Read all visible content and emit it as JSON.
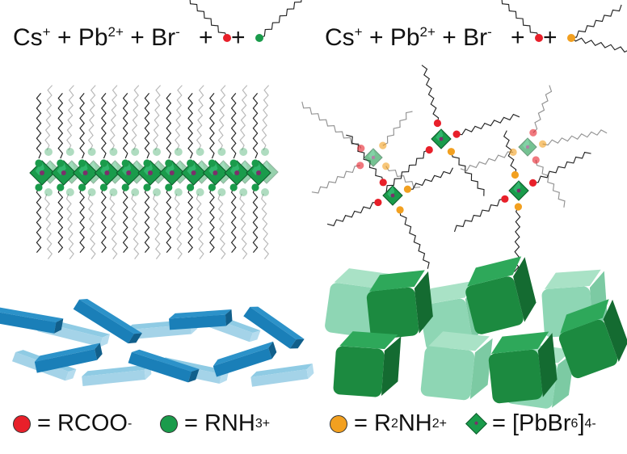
{
  "equations": {
    "left": {
      "cs": "Cs",
      "cs_sup": "+",
      "plus1": " + ",
      "pb": "Pb",
      "pb_sup": "2+",
      "plus2": " + ",
      "br": "Br",
      "br_sup": "-",
      "plus3": " + ",
      "plus4": " + "
    },
    "right": {
      "cs": "Cs",
      "cs_sup": "+",
      "plus1": " + ",
      "pb": "Pb",
      "pb_sup": "2+",
      "plus2": " + ",
      "br": "Br",
      "br_sup": "-",
      "plus3": " + ",
      "plus4": " + "
    }
  },
  "legend": {
    "rcoo": {
      "eq": "= RCOO",
      "sup": "-"
    },
    "rnh3": {
      "eq": "= RNH",
      "sub": "3",
      "sup": "+"
    },
    "r2nh2": {
      "eq": "= R",
      "sub1": "2",
      "mid": "NH",
      "sub2": "2",
      "sup": "+"
    },
    "pbbr6": {
      "eq": "= [PbBr",
      "sub": "6",
      "close": "]",
      "sup": "4-"
    }
  },
  "colors": {
    "rcoo": "#e8202a",
    "rnh3": "#1a9b4b",
    "r2nh2": "#f2a020",
    "octahedron": "#1a9b4b",
    "platelet": "#1a7fb8",
    "platelet_faded": "#8fcbe4",
    "cube": "#1c8a40",
    "cube_faded": "#8ed6b4"
  }
}
